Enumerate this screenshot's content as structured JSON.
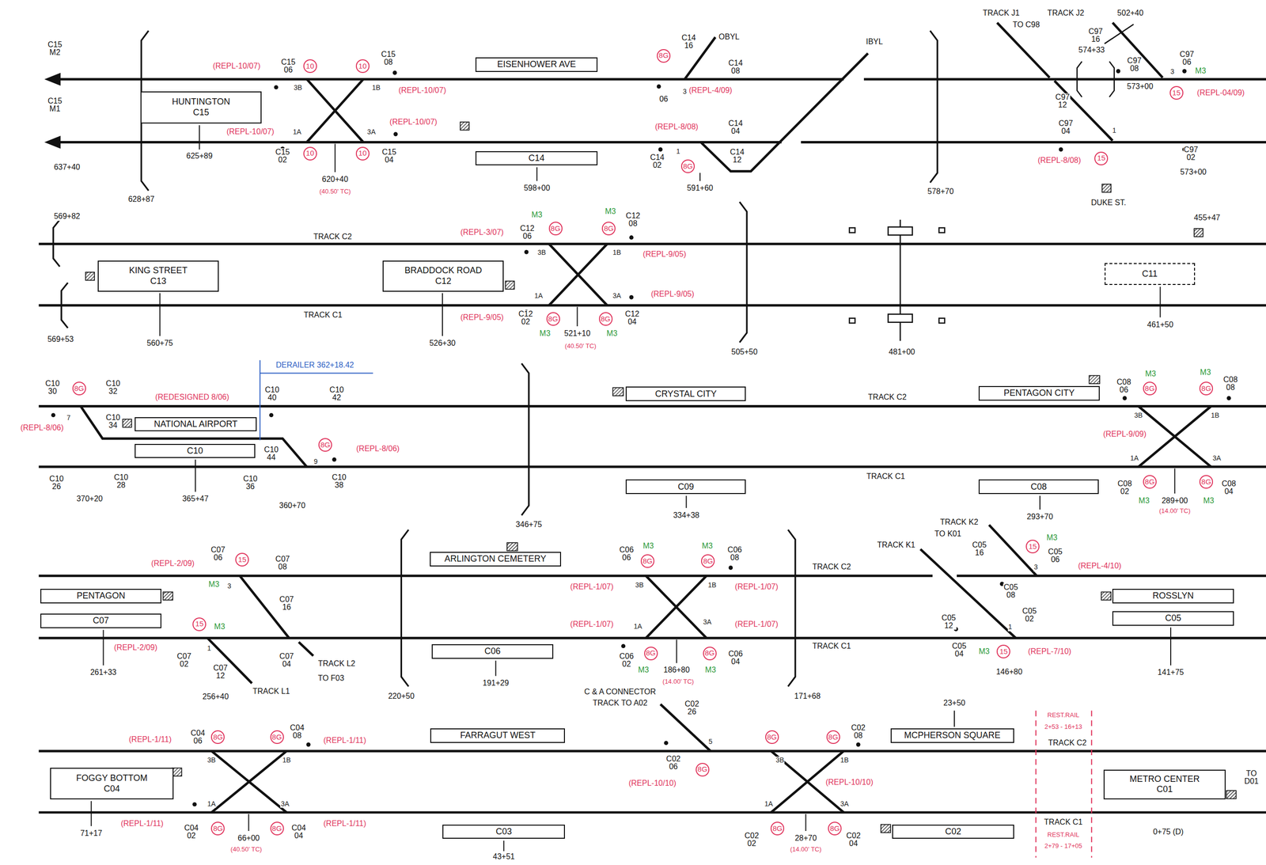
{
  "diagram": {
    "nodes": [
      {
        "text": [
          "EISENHOWER AVE"
        ]
      },
      {
        "text": [
          "HUNTINGTON",
          "C15"
        ]
      },
      {
        "text": [
          "C14"
        ]
      },
      {
        "text": [
          "KING STREET",
          "C13"
        ]
      },
      {
        "text": [
          "BRADDOCK ROAD",
          "C12"
        ]
      },
      {
        "text": [
          "C11"
        ]
      },
      {
        "text": [
          "NATIONAL AIRPORT"
        ]
      },
      {
        "text": [
          "C10"
        ]
      },
      {
        "text": [
          "CRYSTAL CITY"
        ]
      },
      {
        "text": [
          "PENTAGON CITY"
        ]
      },
      {
        "text": [
          "C09"
        ]
      },
      {
        "text": [
          "C08"
        ]
      },
      {
        "text": [
          "ARLINGTON CEMETERY"
        ]
      },
      {
        "text": [
          "PENTAGON"
        ]
      },
      {
        "text": [
          "C07"
        ]
      },
      {
        "text": [
          "C06"
        ]
      },
      {
        "text": [
          "ROSSLYN"
        ]
      },
      {
        "text": [
          "C05"
        ]
      },
      {
        "text": [
          "FARRAGUT WEST"
        ]
      },
      {
        "text": [
          "MCPHERSON SQUARE"
        ]
      },
      {
        "text": [
          "FOGGY BOTTOM",
          "C04"
        ]
      },
      {
        "text": [
          "C03"
        ]
      },
      {
        "text": [
          "C02"
        ]
      },
      {
        "text": [
          "METRO CENTER",
          "C01"
        ]
      }
    ],
    "labels": [
      "C15 M2",
      "C15 M1",
      "637+40",
      "(REPL-10/07)",
      "C15 06",
      "10",
      "10",
      "C15 08",
      "3B",
      "1B",
      "(REPL-10/07)",
      "(REPL-10/07)",
      "1A",
      "3A",
      "(REPL-10/07)",
      "C15 02",
      "10",
      "10",
      "C15 04",
      "625+89",
      "628+87",
      "620+40",
      "(40.50' TC)",
      "C14 16",
      "OBYL",
      "8G",
      "C14 08",
      "3",
      "06",
      "(REPL-4/09)",
      "(REPL-8/08)",
      "C14 04",
      "1",
      "C14 02",
      "C14 12",
      "8G",
      "598+00",
      "591+60",
      "IBYL",
      "578+70",
      "TRACK J1",
      "TO C98",
      "TRACK J2",
      "502+40",
      "C97 16",
      "574+33",
      "C97 08",
      "C97 06",
      "M3",
      "3",
      "15",
      "(REPL-04/09)",
      "573+00",
      "C97 12",
      "C97 04",
      "1",
      "(REPL-8/08)",
      "15",
      "C97 02",
      "573+00",
      "DUKE ST.",
      "569+82",
      "TRACK C2",
      "M3",
      "(REPL-3/07)",
      "C12 06",
      "8G",
      "M3",
      "8G",
      "C12 08",
      "3B",
      "1B",
      "(REPL-9/05)",
      "1A",
      "3A",
      "(REPL-9/05)",
      "TRACK C1",
      "(REPL-9/05)",
      "C12 02",
      "8G",
      "8G",
      "C12 04",
      "M3",
      "521+10",
      "M3",
      "(40.50' TC)",
      "569+53",
      "560+75",
      "526+30",
      "505+50",
      "481+00",
      "461+50",
      "455+47",
      "C10 30",
      "8G",
      "C10 32",
      "(REDESIGNED 8/06)",
      "DERAILER 362+18.42",
      "C10 40",
      "C10 42",
      "7",
      "C10 34",
      "(REPL-8/06)",
      "C10 44",
      "8G",
      "(REPL-8/06)",
      "9",
      "C10 26",
      "C10 28",
      "C10 36",
      "C10 38",
      "370+20",
      "365+47",
      "360+70",
      "346+75",
      "TRACK C2",
      "C08 06",
      "M3",
      "8G",
      "M3",
      "8G",
      "C08 08",
      "3B",
      "1B",
      "(REPL-9/09)",
      "TRACK C1",
      "1A",
      "3A",
      "C08 02",
      "8G",
      "8G",
      "C08 04",
      "M3",
      "289+00",
      "M3",
      "(14.00' TC)",
      "334+38",
      "293+70",
      "C07 06",
      "15",
      "(REPL-2/09)",
      "C07 08",
      "M3",
      "3",
      "C07 16",
      "15",
      "M3",
      "(REPL-2/09)",
      "1",
      "C07 02",
      "C07 12",
      "C07 04",
      "TRACK L2",
      "TO F03",
      "TRACK L1",
      "256+40",
      "261+33",
      "220+50",
      "C06 06",
      "M3",
      "8G",
      "M3",
      "8G",
      "C06 08",
      "(REPL-1/07)",
      "3B",
      "1B",
      "(REPL-1/07)",
      "(REPL-1/07)",
      "1A",
      "3A",
      "(REPL-1/07)",
      "C06 02",
      "8G",
      "8G",
      "C06 04",
      "M3",
      "186+80",
      "M3",
      "(14.00' TC)",
      "191+29",
      "171+68",
      "TRACK C2",
      "TRACK C1",
      "TRACK K2",
      "TO K01",
      "TRACK K1",
      "C05 16",
      "15",
      "M3",
      "C05 06",
      "(REPL-4/10)",
      "3",
      "C05 08",
      "C05 12",
      "C05 02",
      "1",
      "C05 04",
      "M3",
      "15",
      "(REPL-7/10)",
      "146+80",
      "141+75",
      "C & A CONNECTOR",
      "TRACK TO A02",
      "C02 26",
      "(REPL-1/11)",
      "C04 06",
      "8G",
      "8G",
      "C04 08",
      "(REPL-1/11)",
      "3B",
      "1B",
      "5",
      "C02 06",
      "8G",
      "(REPL-10/10)",
      "8G",
      "8G",
      "C02 08",
      "3B",
      "1B",
      "(REPL-10/10)",
      "23+50",
      "REST.RAIL",
      "2+53 - 16+13",
      "TRACK C2",
      "TO D01",
      "1A",
      "3A",
      "1A",
      "3A",
      "(REPL-1/11)",
      "C04 02",
      "8G",
      "8G",
      "C04 04",
      "(REPL-1/11)",
      "71+17",
      "66+00",
      "(40.50' TC)",
      "43+51",
      "C02 02",
      "8G",
      "8G",
      "C02 04",
      "28+70",
      "(14.00' TC)",
      "TRACK C1",
      "REST.RAIL",
      "2+79 - 17+05",
      "0+75 (D)"
    ]
  }
}
